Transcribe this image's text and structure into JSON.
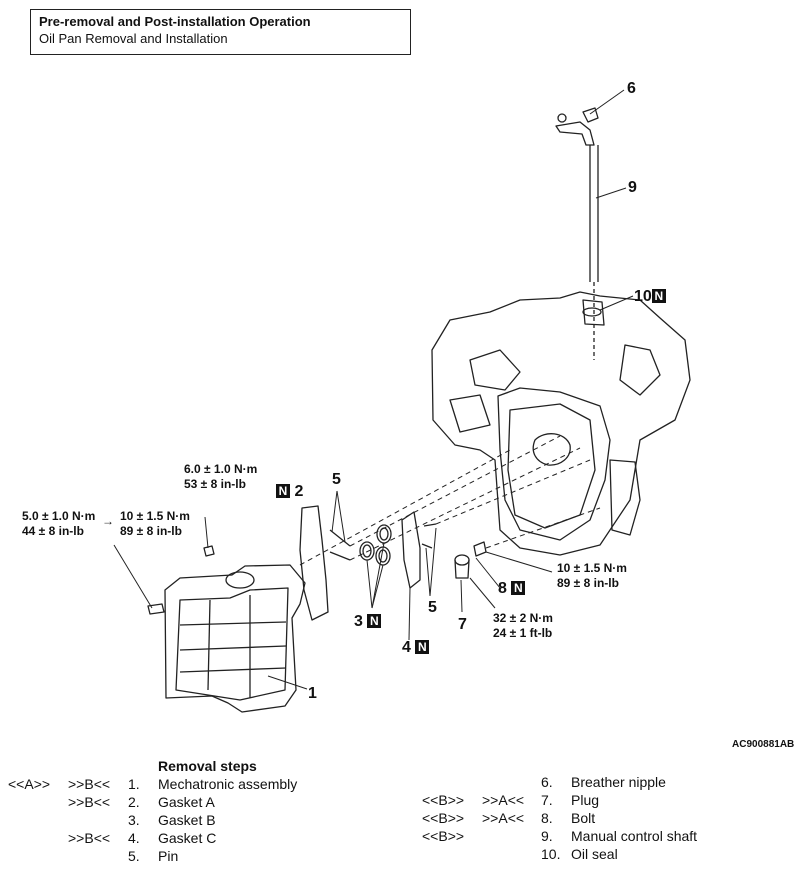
{
  "header": {
    "title": "Pre-removal and Post-installation Operation",
    "subtitle": "Oil Pan Removal and Installation"
  },
  "callouts": {
    "c1": "1",
    "c2": "2",
    "c3": "3",
    "c4": "4",
    "c5a": "5",
    "c5b": "5",
    "c6": "6",
    "c7": "7",
    "c8": "8",
    "c9": "9",
    "c10": "10",
    "n_mark": "N"
  },
  "torques": {
    "t_left_a_nm": "5.0 ± 1.0 N·m",
    "t_left_a_lb": "44 ± 8 in-lb",
    "t_left_b_nm": "10 ± 1.5 N·m",
    "t_left_b_lb": "89 ± 8 in-lb",
    "t_top_nm": "6.0 ± 1.0 N·m",
    "t_top_lb": "53 ± 8 in-lb",
    "t_right_nm": "10 ± 1.5 N·m",
    "t_right_lb": "89 ± 8 in-lb",
    "t_plug_nm": "32 ± 2 N·m",
    "t_plug_lb": "24 ± 1 ft-lb",
    "arrow": "→"
  },
  "figure_code": "AC900881AB",
  "removal_steps": {
    "heading": "Removal steps",
    "left": [
      {
        "pre": "<<A>>",
        "post": ">>B<<",
        "num": "1.",
        "name": "Mechatronic assembly"
      },
      {
        "pre": "",
        "post": ">>B<<",
        "num": "2.",
        "name": "Gasket A"
      },
      {
        "pre": "",
        "post": "",
        "num": "3.",
        "name": "Gasket B"
      },
      {
        "pre": "",
        "post": ">>B<<",
        "num": "4.",
        "name": "Gasket C"
      },
      {
        "pre": "",
        "post": "",
        "num": "5.",
        "name": "Pin"
      }
    ],
    "right": [
      {
        "pre": "",
        "post": "",
        "num": "6.",
        "name": "Breather nipple"
      },
      {
        "pre": "<<B>>",
        "post": ">>A<<",
        "num": "7.",
        "name": "Plug"
      },
      {
        "pre": "<<B>>",
        "post": ">>A<<",
        "num": "8.",
        "name": "Bolt"
      },
      {
        "pre": "<<B>>",
        "post": "",
        "num": "9.",
        "name": "Manual control shaft"
      },
      {
        "pre": "",
        "post": "",
        "num": "10.",
        "name": "Oil seal"
      }
    ]
  }
}
